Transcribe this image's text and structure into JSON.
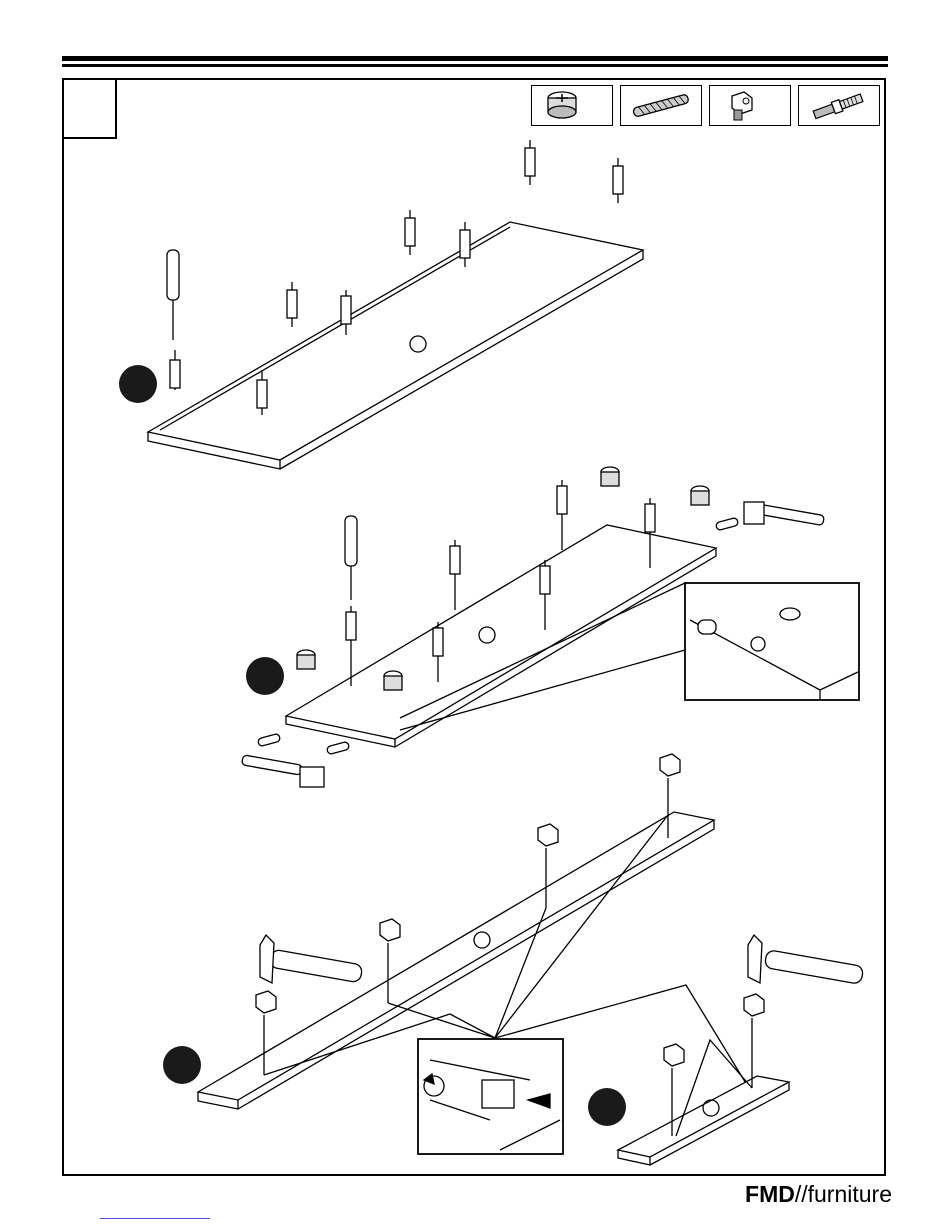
{
  "page": {
    "step_number": "",
    "brand_bold": "FMD",
    "brand_rest": "//furniture"
  },
  "parts": [
    {
      "icon": "cam-lock-icon"
    },
    {
      "icon": "wooden-dowel-icon"
    },
    {
      "icon": "shelf-support-icon"
    },
    {
      "icon": "cam-bolt-icon"
    }
  ],
  "substeps": [
    {
      "icon": "substep-badge-1"
    },
    {
      "icon": "substep-badge-2"
    },
    {
      "icon": "substep-badge-3"
    },
    {
      "icon": "substep-badge-4"
    }
  ],
  "colors": {
    "ink": "#000000",
    "badge": "#1a1a1a",
    "link": "#4a4af0"
  }
}
